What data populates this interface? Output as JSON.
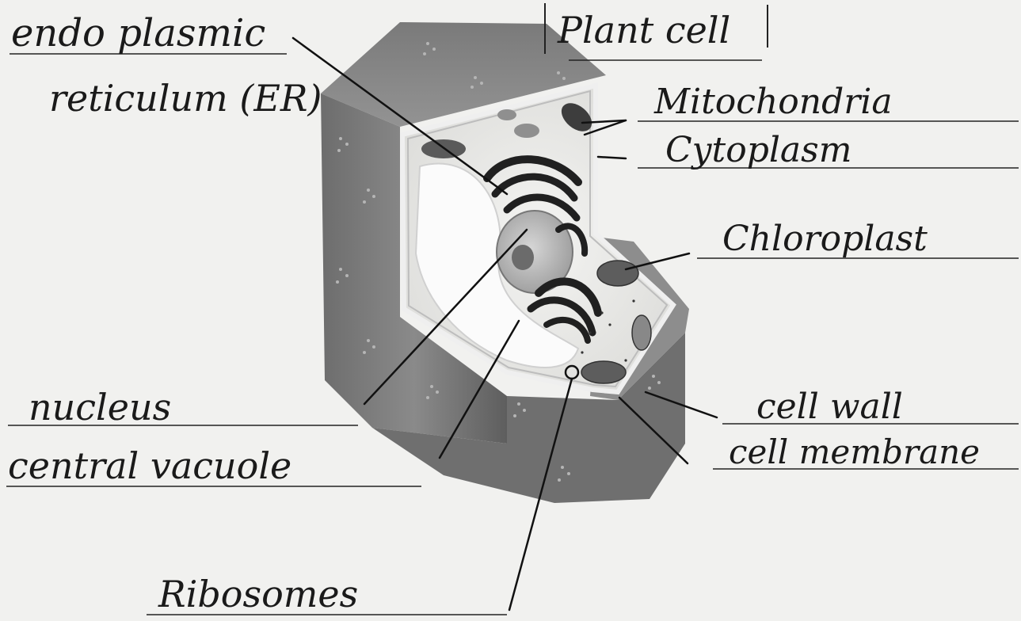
{
  "title": "Plant cell",
  "labels": {
    "er_line1": "endo plasmic",
    "er_line2": "reticulum (ER)",
    "mitochondria": "Mitochondria",
    "cytoplasm": "Cytoplasm",
    "chloroplast": "Chloroplast",
    "nucleus": "nucleus",
    "central_vacuole": "central vacuole",
    "cell_wall": "cell wall",
    "cell_membrane": "cell membrane",
    "ribosomes": "Ribosomes"
  }
}
